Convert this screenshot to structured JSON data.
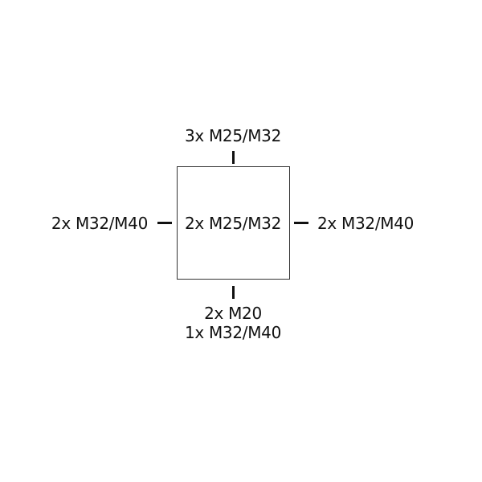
{
  "diagram": {
    "top_label": "3x M25/M32",
    "center_label": "2x M25/M32",
    "left_label": "2x M32/M40",
    "right_label": "2x M32/M40",
    "bottom_label_line1": "2x M20",
    "bottom_label_line2": "1x M32/M40"
  }
}
